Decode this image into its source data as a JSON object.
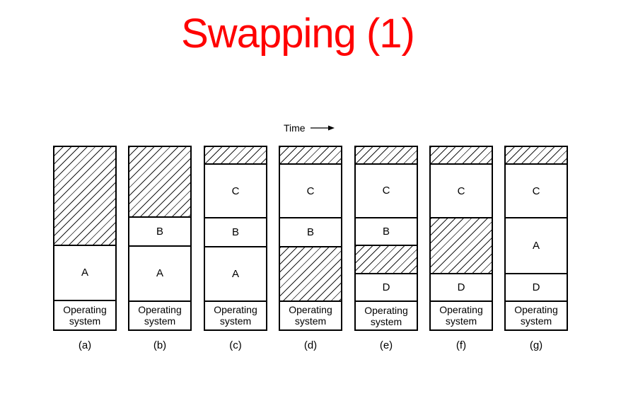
{
  "title": {
    "text": "Swapping (1)",
    "color": "#ff0000"
  },
  "time_axis": {
    "label": "Time"
  },
  "memory_diagram": {
    "hatch_meaning": "free-memory-region",
    "columns": [
      {
        "label": "(a)",
        "segments": [
          {
            "kind": "free",
            "label": "",
            "size": 142
          },
          {
            "kind": "process",
            "label": "A",
            "size": 79
          },
          {
            "kind": "os",
            "label": "Operating system",
            "size": 41
          }
        ]
      },
      {
        "label": "(b)",
        "segments": [
          {
            "kind": "free",
            "label": "",
            "size": 102
          },
          {
            "kind": "process",
            "label": "B",
            "size": 40
          },
          {
            "kind": "process",
            "label": "A",
            "size": 79
          },
          {
            "kind": "os",
            "label": "Operating system",
            "size": 41
          }
        ]
      },
      {
        "label": "(c)",
        "segments": [
          {
            "kind": "free",
            "label": "",
            "size": 24
          },
          {
            "kind": "process",
            "label": "C",
            "size": 78
          },
          {
            "kind": "process",
            "label": "B",
            "size": 40
          },
          {
            "kind": "process",
            "label": "A",
            "size": 79
          },
          {
            "kind": "os",
            "label": "Operating system",
            "size": 41
          }
        ]
      },
      {
        "label": "(d)",
        "segments": [
          {
            "kind": "free",
            "label": "",
            "size": 24
          },
          {
            "kind": "process",
            "label": "C",
            "size": 78
          },
          {
            "kind": "process",
            "label": "B",
            "size": 40
          },
          {
            "kind": "free",
            "label": "",
            "size": 79
          },
          {
            "kind": "os",
            "label": "Operating system",
            "size": 41
          }
        ]
      },
      {
        "label": "(e)",
        "segments": [
          {
            "kind": "free",
            "label": "",
            "size": 24
          },
          {
            "kind": "process",
            "label": "C",
            "size": 78
          },
          {
            "kind": "process",
            "label": "B",
            "size": 40
          },
          {
            "kind": "free",
            "label": "",
            "size": 40
          },
          {
            "kind": "process",
            "label": "D",
            "size": 39
          },
          {
            "kind": "os",
            "label": "Operating system",
            "size": 41
          }
        ]
      },
      {
        "label": "(f)",
        "segments": [
          {
            "kind": "free",
            "label": "",
            "size": 24
          },
          {
            "kind": "process",
            "label": "C",
            "size": 78
          },
          {
            "kind": "free",
            "label": "",
            "size": 80
          },
          {
            "kind": "process",
            "label": "D",
            "size": 39
          },
          {
            "kind": "os",
            "label": "Operating system",
            "size": 41
          }
        ]
      },
      {
        "label": "(g)",
        "segments": [
          {
            "kind": "free",
            "label": "",
            "size": 24
          },
          {
            "kind": "process",
            "label": "C",
            "size": 78
          },
          {
            "kind": "process",
            "label": "A",
            "size": 80
          },
          {
            "kind": "process",
            "label": "D",
            "size": 39
          },
          {
            "kind": "os",
            "label": "Operating system",
            "size": 41
          }
        ]
      }
    ]
  }
}
